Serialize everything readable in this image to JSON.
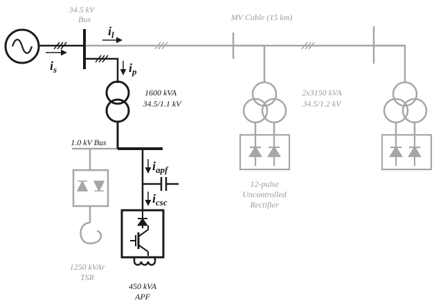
{
  "labels": {
    "bus_345": "34.5 kV",
    "bus_345_sub": "Bus",
    "mv_cable": "MV Cable (15 km)",
    "xfmr_rating": "1600 kVA",
    "xfmr_ratio": "34.5/1.1 kV",
    "bus_10": "1.0 kV Bus",
    "rect_xfmr_rating": "2x3150 kVA",
    "rect_xfmr_ratio": "34.5/1.2 kV",
    "rect_line1": "12-pulse",
    "rect_line2": "Uncontrolled",
    "rect_line3": "Rectifier",
    "tsr_line1": "1250 kVAr",
    "tsr_line2": "TSR",
    "apf_line1": "450 kVA",
    "apf_line2": "APF"
  },
  "currents": {
    "is": {
      "base": "i",
      "sub": "s"
    },
    "il": {
      "base": "i",
      "sub": "l"
    },
    "ip": {
      "base": "i",
      "sub": "p"
    },
    "iapf": {
      "base": "i",
      "sub": "apf"
    },
    "icsc": {
      "base": "i",
      "sub": "csc"
    }
  },
  "colors": {
    "gray": "#a6a6a6",
    "dark": "#1a1a1a"
  }
}
